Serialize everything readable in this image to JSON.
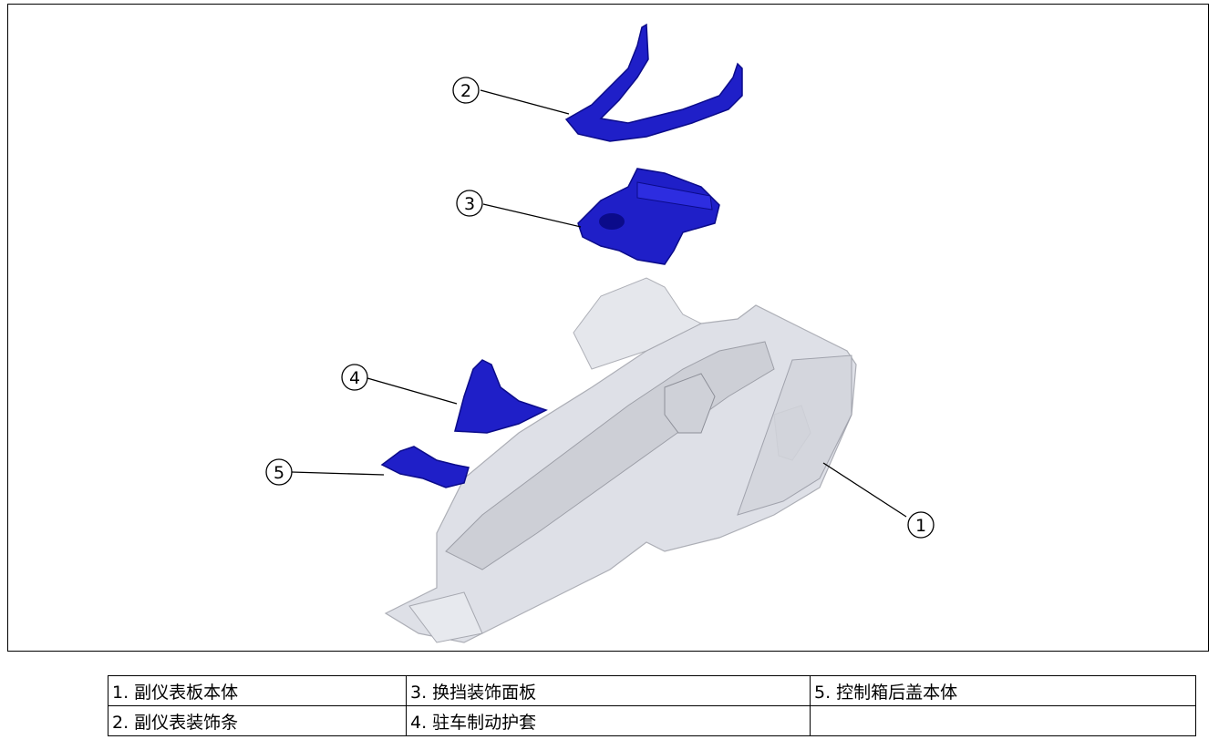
{
  "callouts": [
    {
      "number": "1"
    },
    {
      "number": "2"
    },
    {
      "number": "3"
    },
    {
      "number": "4"
    },
    {
      "number": "5"
    }
  ],
  "legend": {
    "rows": [
      [
        "1. 副仪表板本体",
        "3. 换挡装饰面板",
        "5. 控制箱后盖本体"
      ],
      [
        "2. 副仪表装饰条",
        "4. 驻车制动护套",
        ""
      ]
    ]
  },
  "colors": {
    "highlight_part": "#1f1fc8",
    "highlight_part_dark": "#0b0b8a",
    "base_part": "#d9dbe2",
    "base_part_edge": "#9a9ca6",
    "line": "#000000"
  }
}
